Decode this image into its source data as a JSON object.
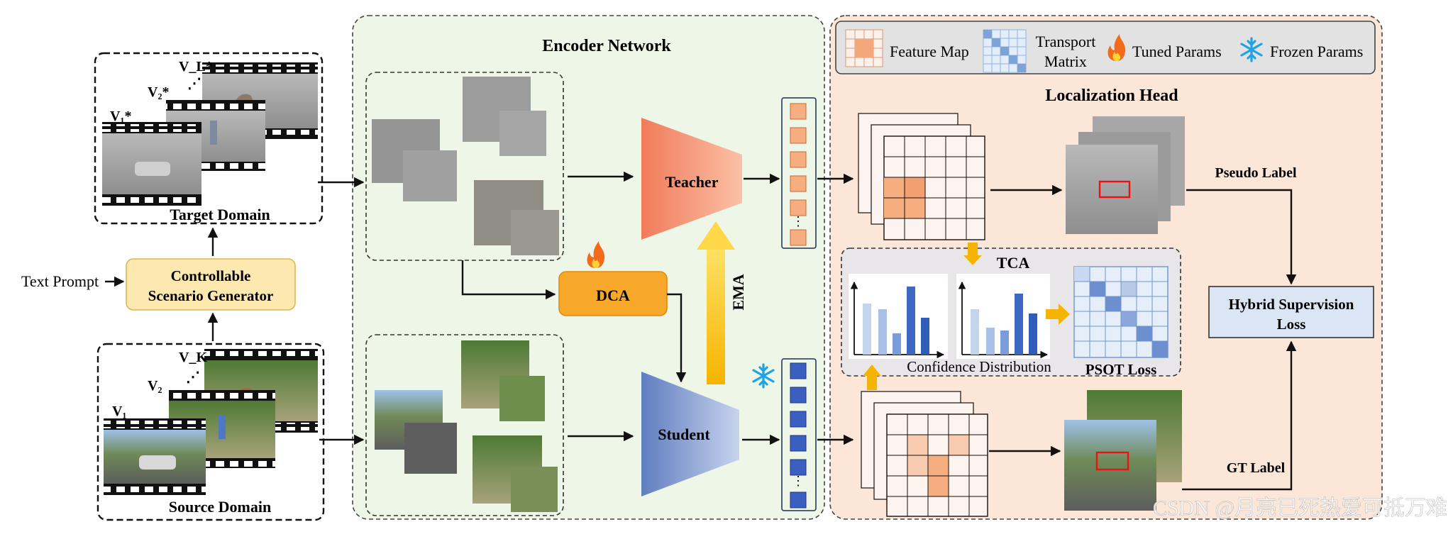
{
  "texts": {
    "encoder_title": "Encoder Network",
    "localization_head_title": "Localization Head",
    "target_domain": "Target Domain",
    "source_domain": "Source Domain",
    "text_prompt": "Text Prompt",
    "generator_line1": "Controllable",
    "generator_line2": "Scenario Generator",
    "teacher": "Teacher",
    "student": "Student",
    "dca": "DCA",
    "ema": "EMA",
    "tca": "TCA",
    "confidence_distribution": "Confidence Distribution",
    "psot_loss": "PSOT Loss",
    "pseudo_label": "Pseudo Label",
    "gt_label": "GT Label",
    "hybrid_line1": "Hybrid Supervision",
    "hybrid_line2": "Loss",
    "target_v1": "V₁*",
    "target_v2": "V₂*",
    "target_vL": "V_L*",
    "source_v1": "V₁",
    "source_v2": "V₂",
    "source_vK": "V_K",
    "watermark": "CSDN @月亮已死热爱可抵万难"
  },
  "legend": {
    "feature_map": "Feature Map",
    "transport_line1": "Transport",
    "transport_line2": "Matrix",
    "tuned_params": "Tuned Params",
    "frozen_params": "Frozen Params"
  },
  "colors": {
    "encoder_bg": "#eef6e8",
    "head_bg": "#fbe6d8",
    "teacher": "#f08a6a",
    "student": "#6f8ac4",
    "dca": "#f7a82a",
    "ema_arrow": "#f5c400",
    "generator": "#fde9b0",
    "hybrid": "#dbe6f4",
    "orange_token": "#f6ae80",
    "blue_token": "#3b5fc0"
  },
  "icons": {
    "tuned": "fire-icon",
    "frozen": "snowflake-icon"
  }
}
